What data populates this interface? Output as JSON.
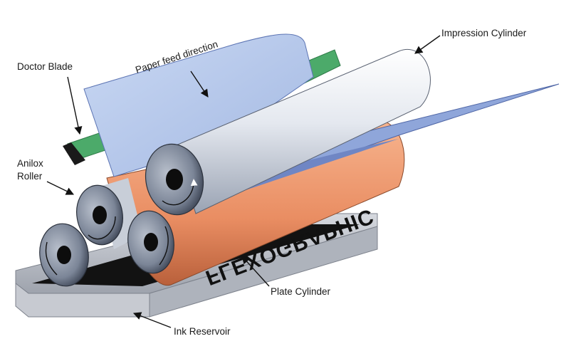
{
  "labels": {
    "impression_cylinder": "Impression Cylinder",
    "doctor_blade": "Doctor Blade",
    "anilox_roller_line1": "Anilox",
    "anilox_roller_line2": "Roller",
    "paper_feed_direction": "Paper feed direction",
    "plate_cylinder": "Plate Cylinder",
    "ink_reservoir": "Ink Reservoir"
  },
  "plate_text": "FLEXOGRAPHIC",
  "colors": {
    "paper": "#a9bfe6",
    "paper_shadow": "#6f86c4",
    "plate": "#f0a078",
    "plate_dark": "#c0603a",
    "doctor_blade": "#4caa6a",
    "roller_face": "#8d96a6",
    "roller_body": "#d8dde6",
    "tray": "#b8bcc4"
  }
}
